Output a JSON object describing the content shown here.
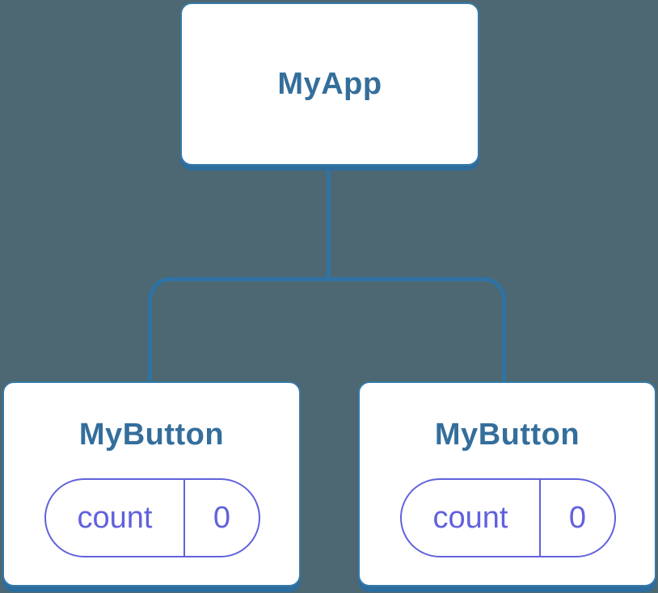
{
  "colors": {
    "background": "#4d6872",
    "connector_blue": "#2f73a5",
    "node_border_blue": "#3779a8",
    "node_shadow_blue": "#2d6d9d",
    "node_title_blue": "#346e9b",
    "state_purple": "#6161de",
    "node_background": "#ffffff"
  },
  "tree": {
    "root": {
      "label": "MyApp"
    },
    "children": [
      {
        "label": "MyButton",
        "state": {
          "key": "count",
          "value": "0"
        }
      },
      {
        "label": "MyButton",
        "state": {
          "key": "count",
          "value": "0"
        }
      }
    ]
  }
}
